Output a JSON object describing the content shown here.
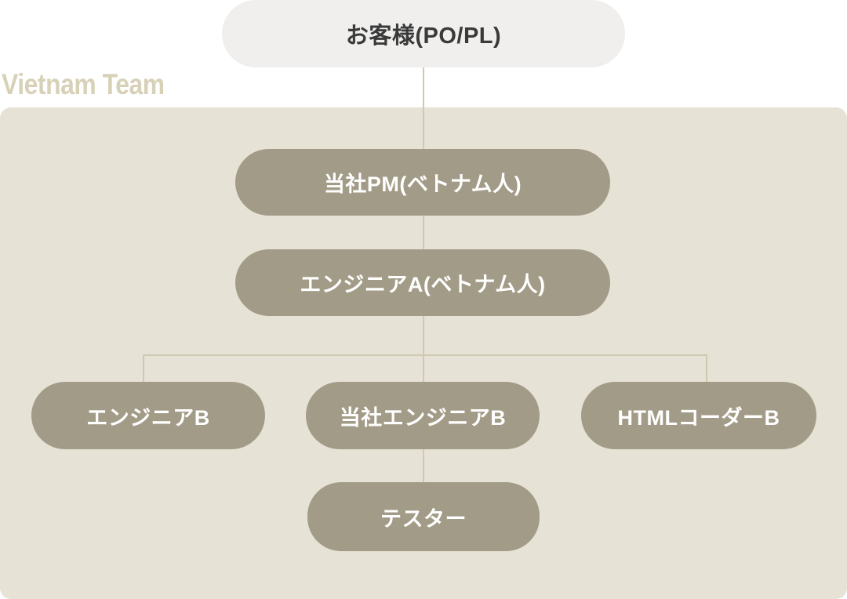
{
  "team": {
    "label": "Vietnam Team"
  },
  "nodes": {
    "customer": {
      "label": "お客様(PO/PL)"
    },
    "pm": {
      "label": "当社PM(ベトナム人)"
    },
    "engineer_a": {
      "label": "エンジニアA(ベトナム人)"
    },
    "engineer_b": {
      "label": "エンジニアB"
    },
    "company_engineer_b": {
      "label": "当社エンジニアB"
    },
    "html_coder_b": {
      "label": "HTMLコーダーB"
    },
    "tester": {
      "label": "テスター"
    }
  },
  "edges": [
    {
      "from": "customer",
      "to": "pm"
    },
    {
      "from": "pm",
      "to": "engineer_a"
    },
    {
      "from": "engineer_a",
      "to": "engineer_b"
    },
    {
      "from": "engineer_a",
      "to": "company_engineer_b"
    },
    {
      "from": "engineer_a",
      "to": "html_coder_b"
    },
    {
      "from": "company_engineer_b",
      "to": "tester"
    }
  ],
  "colors": {
    "page_background": "#ffffff",
    "team_panel_background": "#e6e2d5",
    "team_label_text": "#d7d1b8",
    "node_background": "#a29b87",
    "node_text": "#ffffff",
    "customer_node_background": "#f0efed",
    "customer_node_text": "#3a3a3a",
    "connector": "#cfc9b2"
  }
}
